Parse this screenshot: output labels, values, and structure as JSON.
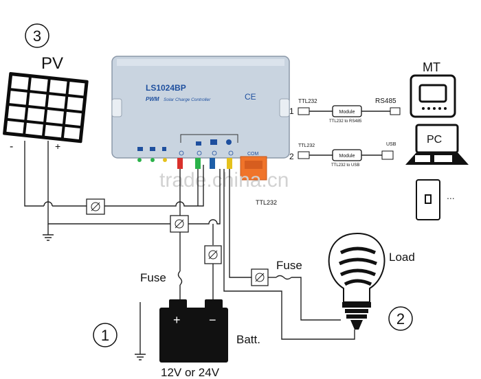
{
  "labels": {
    "pv": "PV",
    "pv_minus": "-",
    "pv_plus": "+",
    "pv_number": "3",
    "battery_number": "1",
    "load_number": "2",
    "load": "Load",
    "fuse_battery": "Fuse",
    "fuse_load": "Fuse",
    "battery": "Batt.",
    "battery_voltage": "12V or 24V",
    "battery_plus": "+",
    "battery_minus": "−",
    "mt": "MT",
    "pc": "PC",
    "ttl232_bottom": "TTL232",
    "watermark": "trade.china.cn",
    "corner_mark": "...",
    "link_1_number": "1",
    "link_2_number": "2"
  },
  "controller": {
    "model": "LS1024BP",
    "pwm": "PWM",
    "subtitle": "Solar Charge Controller",
    "ce_mark": "CE",
    "com_port": "COM"
  },
  "rs485_link": {
    "left_label": "TTL232",
    "right_label": "RS485",
    "module_label": "Module",
    "sub_label": "TTL232 to RS485"
  },
  "usb_link": {
    "left_label": "TTL232",
    "right_label": "USB",
    "module_label": "Module",
    "sub_label": "TTL232 to USB"
  },
  "colors": {
    "controller_body": "#c9d4e0",
    "controller_text": "#1e4f9e",
    "com_port": "#f0742a",
    "wire_red": "#d9302b",
    "wire_green": "#2bb24a",
    "wire_yellow": "#e5c11c"
  }
}
